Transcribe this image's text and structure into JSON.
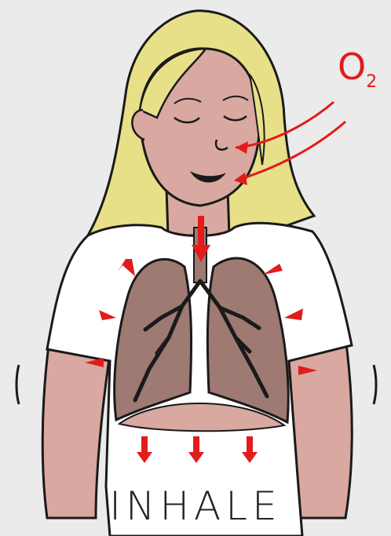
{
  "gas_label": "O",
  "gas_subscript": "2",
  "caption": "INHALE",
  "colors": {
    "background": "#ebebeb",
    "hair": "#e8e088",
    "skin": "#d9a8a0",
    "shirt": "#ffffff",
    "lung": "#9e7a72",
    "arrow": "#e21b1b",
    "outline": "#1a1a1a"
  },
  "icons": [
    "person-illustration",
    "lungs-icon",
    "airflow-arrow-icon",
    "expansion-arrow-icon"
  ]
}
